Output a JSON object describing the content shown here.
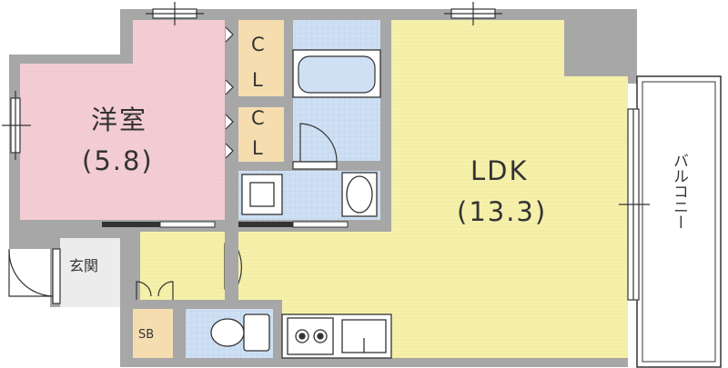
{
  "rooms": {
    "western_room": {
      "name": "洋室",
      "area": "(5.8)"
    },
    "ldk": {
      "name": "LDK",
      "area": "(13.3)"
    },
    "closet_upper": {
      "line1": "C",
      "line2": "L"
    },
    "closet_lower": {
      "line1": "C",
      "line2": "L"
    },
    "entrance": {
      "name": "玄関"
    },
    "shoe_box": {
      "name": "SB"
    },
    "balcony": {
      "name": "バルコニー"
    }
  },
  "colors": {
    "wall": "#a7a7a7",
    "western_room_floor": "#f4cdd4",
    "ldk_floor": "#f6f1aa",
    "closet_floor": "#f6ddb0",
    "wet_area_floor": "#cfe0f4",
    "entrance_floor": "#ececec",
    "line": "#333333"
  }
}
